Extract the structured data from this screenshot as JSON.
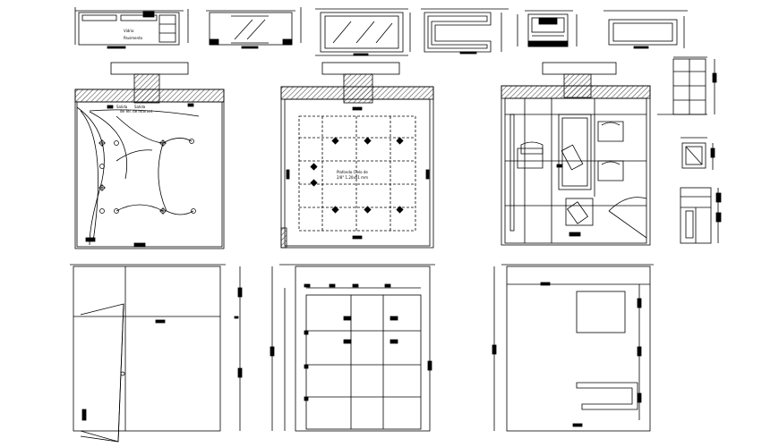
{
  "drawing": {
    "desk_elevation_notes": [
      "Vidrio",
      "Pavimento"
    ],
    "electrical_notes": [
      "Salida",
      "Salida",
      "de Tel. de Internet"
    ],
    "ceiling_note": [
      "Plafondo Cielo de",
      "2/8\" 1.20x61 mm"
    ],
    "colors": {
      "line": "#000000",
      "background": "#ffffff",
      "hatch": "#555555"
    }
  }
}
